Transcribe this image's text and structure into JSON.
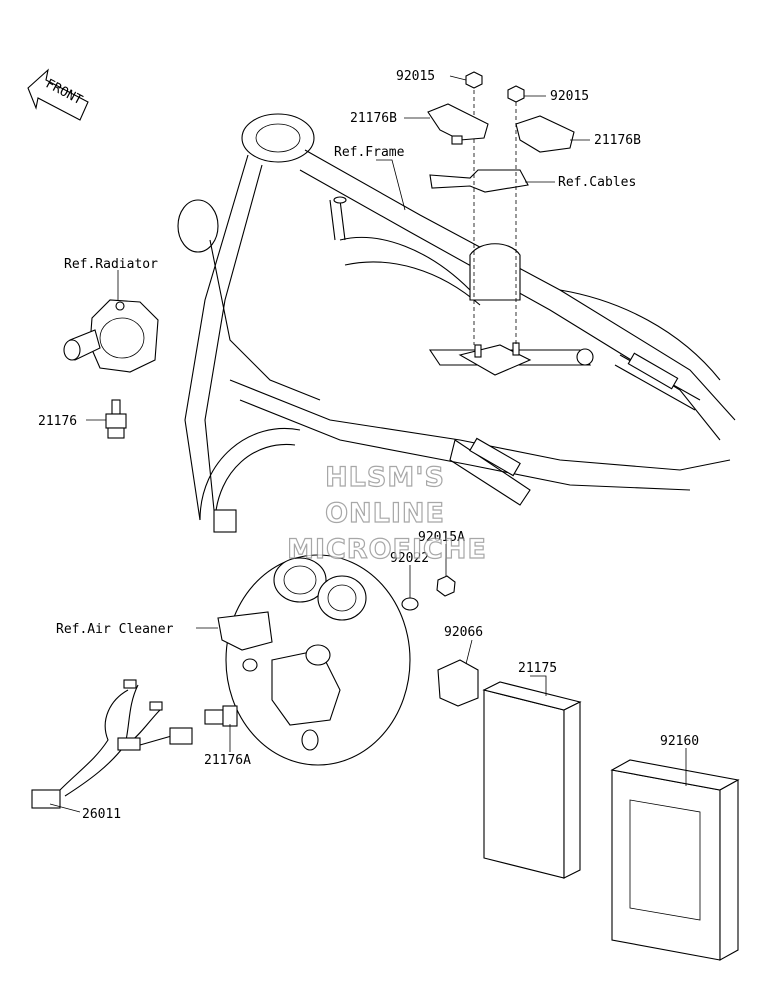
{
  "front_arrow": {
    "text": "FRONT"
  },
  "callouts": {
    "c92015_top_left": "92015",
    "c92015_top_right": "92015",
    "c21176B_left": "21176B",
    "c21176B_right": "21176B",
    "ref_frame": "Ref.Frame",
    "ref_cables": "Ref.Cables",
    "ref_radiator": "Ref.Radiator",
    "c21176": "21176",
    "c92015A": "92015A",
    "c92022": "92022",
    "ref_air_cleaner": "Ref.Air Cleaner",
    "c92066": "92066",
    "c21175": "21175",
    "c92160": "92160",
    "c21176A": "21176A",
    "c26011": "26011"
  },
  "watermark": {
    "line1": "HLSM'S",
    "line2": "ONLINE",
    "line3": "MICROFICHE"
  }
}
